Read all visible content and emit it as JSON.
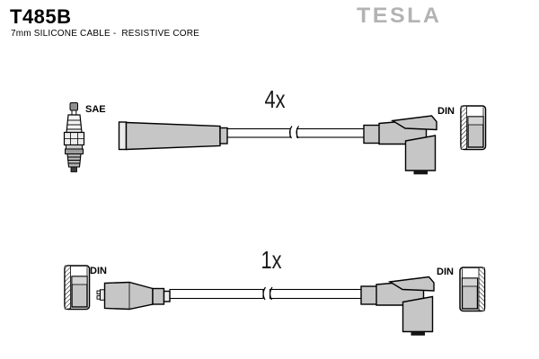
{
  "header": {
    "part_number": "T485B",
    "description": "7mm SILICONE CABLE -  RESISTIVE CORE",
    "brand": "TESLA"
  },
  "items": [
    {
      "quantity": "4x",
      "left_terminal": "SAE",
      "right_terminal": "DIN",
      "left_connector": "spark-plug straight boot",
      "right_connector": "90-degree angled boot"
    },
    {
      "quantity": "1x",
      "left_terminal": "DIN",
      "right_terminal": "DIN",
      "left_connector": "straight coil boot",
      "right_connector": "90-degree angled boot"
    }
  ],
  "icons": {
    "spark_plug": "spark-plug-icon",
    "din_terminal": "din-terminal-icon",
    "cable_break": "cable-break-marks"
  },
  "colors": {
    "boot_gray": "#c6c6c6",
    "logo_gray": "#b3b3b3",
    "outline": "#000000",
    "foot_black": "#151515"
  }
}
